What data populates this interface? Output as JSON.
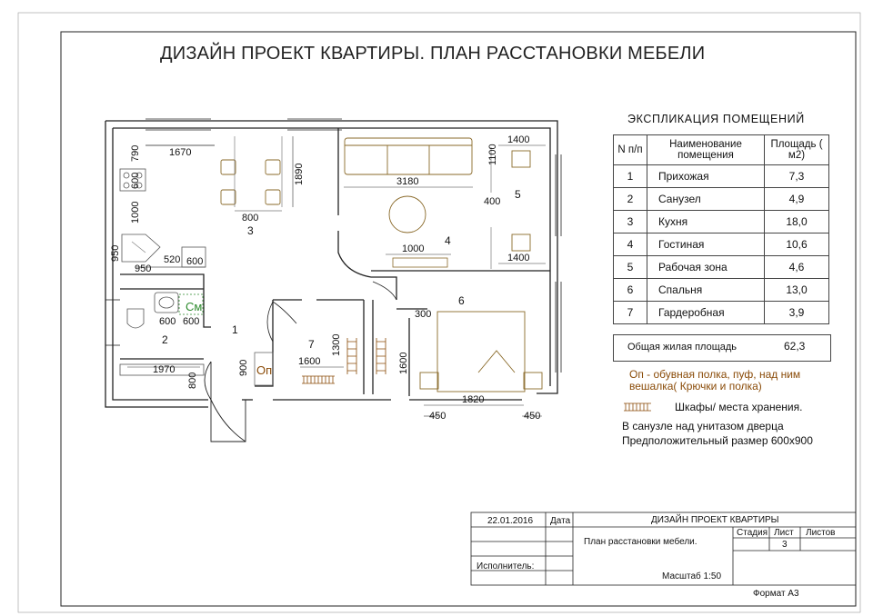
{
  "title": "ДИЗАЙН ПРОЕКТ КВАРТИРЫ. ПЛАН РАССТАНОВКИ МЕБЕЛИ",
  "plan": {
    "dims": {
      "d1670": "1670",
      "d790": "790",
      "d600v": "600",
      "d1000": "1000",
      "d950v": "950",
      "d950": "950",
      "d520": "520",
      "d600a": "600",
      "d600b": "600",
      "d600c": "600",
      "d1970": "1970",
      "d800v": "800",
      "d800": "800",
      "d1890": "1890",
      "d3180": "3180",
      "d1100": "1100",
      "d1400a": "1400",
      "d400": "400",
      "d1000h": "1000",
      "d1400b": "1400",
      "d900": "900",
      "d1600h": "1600",
      "d1300": "1300",
      "d1600v": "1600",
      "d300": "300",
      "d1820": "1820",
      "d450a": "450",
      "d450b": "450"
    },
    "room_numbers": [
      "1",
      "2",
      "3",
      "4",
      "5",
      "6",
      "7"
    ],
    "labels": {
      "op": "Оп",
      "cm": "См"
    }
  },
  "explication": {
    "title": "ЭКСПЛИКАЦИЯ  ПОМЕЩЕНИЙ",
    "headers": [
      "N п/п",
      "Наименование помещения",
      "Площадь ( м2)"
    ],
    "rows": [
      {
        "n": "1",
        "name": "Прихожая",
        "area": "7,3"
      },
      {
        "n": "2",
        "name": "Санузел",
        "area": "4,9"
      },
      {
        "n": "3",
        "name": "Кухня",
        "area": "18,0"
      },
      {
        "n": "4",
        "name": "Гостиная",
        "area": "10,6"
      },
      {
        "n": "5",
        "name": "Рабочая зона",
        "area": "4,6"
      },
      {
        "n": "6",
        "name": "Спальня",
        "area": "13,0"
      },
      {
        "n": "7",
        "name": "Гардеробная",
        "area": "3,9"
      }
    ],
    "total_label": "Общая жилая площадь",
    "total_value": "62,3"
  },
  "notes": {
    "op_line1": "Оп - обувная полка, пуф, над ним",
    "op_line2": "вешалка( Крючки и полка)",
    "storage": "Шкафы/ места хранения.",
    "bath_line1": "В санузле над унитазом дверца",
    "bath_line2": "Предположительный размер 600х900"
  },
  "stamp": {
    "date": "22.01.2016",
    "date_label": "Дата",
    "project": "ДИЗАЙН ПРОЕКТ КВАРТИРЫ",
    "sheet_name": "План расстановки мебели.",
    "stage": "Стадия",
    "sheet": "Лист",
    "sheets": "Листов",
    "sheet_no": "3",
    "performer": "Исполнитель:",
    "scale": "Масштаб 1:50",
    "format": "Формат А3"
  },
  "colors": {
    "line": "#222222",
    "furniture": "#8a6a2a",
    "green": "#2e8b2e",
    "storage": "#8a4b08"
  }
}
